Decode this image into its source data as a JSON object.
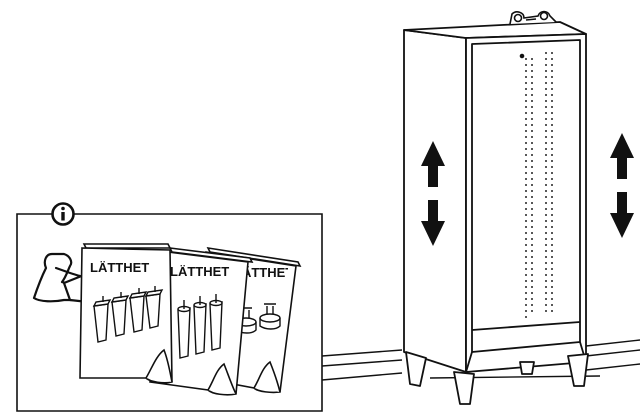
{
  "info_panel": {
    "icon": "info-icon",
    "booklets": [
      {
        "title": "LÄTTHET"
      },
      {
        "title": "LÄTTHET"
      },
      {
        "title": "LÄTTHET"
      }
    ]
  },
  "colors": {
    "line": "#111111",
    "background": "#ffffff"
  }
}
